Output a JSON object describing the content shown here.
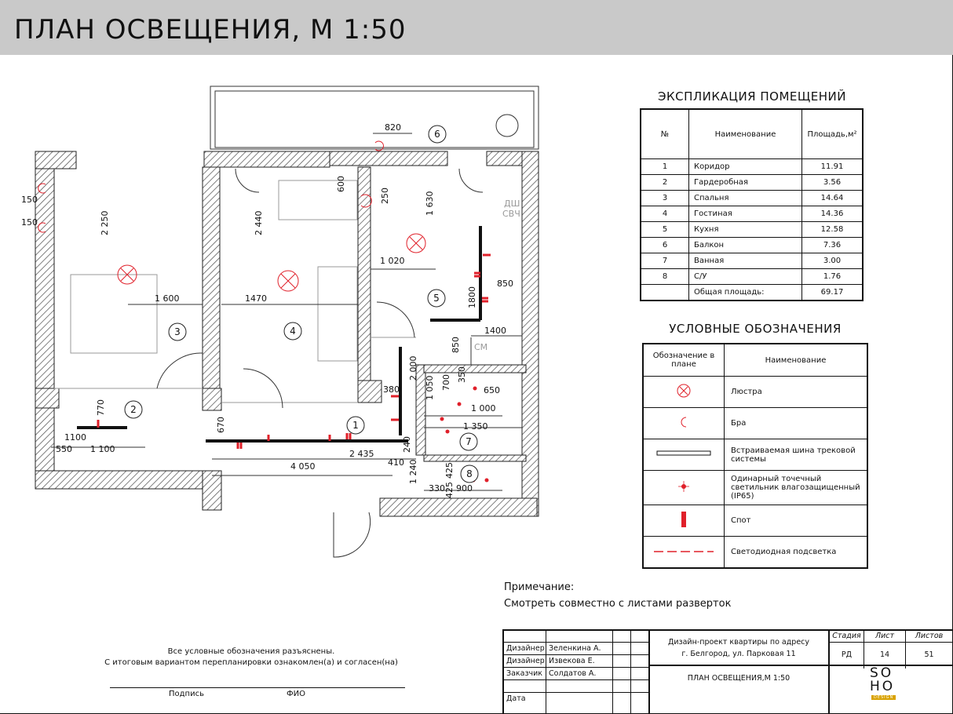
{
  "header": {
    "title": "ПЛАН ОСВЕЩЕНИЯ, М 1:50"
  },
  "plan": {
    "rooms": [
      {
        "num": "1"
      },
      {
        "num": "2"
      },
      {
        "num": "3"
      },
      {
        "num": "4"
      },
      {
        "num": "5"
      },
      {
        "num": "6"
      },
      {
        "num": "7"
      },
      {
        "num": "8"
      }
    ],
    "dims": {
      "d820": "820",
      "d150a": "150",
      "d150b": "150",
      "d2250": "2 250",
      "d600": "600",
      "d250": "250",
      "d2440": "2 440",
      "d1630": "1 630",
      "d1020": "1 020",
      "d850a": "850",
      "d1800": "1800",
      "d1600": "1 600",
      "d1470": "1470",
      "d1400": "1400",
      "d850b": "850",
      "d2000": "2 000",
      "d380": "380",
      "d1050": "1 050",
      "d700": "700",
      "d350": "350",
      "d650": "650",
      "d1000": "1 000",
      "d770": "770",
      "d670": "670",
      "d1350": "1 350",
      "d1100a": "1100",
      "d550": "550",
      "d1100b": "1 100",
      "d240": "240",
      "d2435": "2 435",
      "d410": "410",
      "d4050": "4 050",
      "d1240": "1 240",
      "d425a": "425",
      "d425b": "425",
      "d330": "330",
      "d900": "900"
    },
    "appliances": {
      "dw": "ДШ",
      "mw": "СВЧ",
      "wm": "СМ"
    }
  },
  "explication": {
    "title": "ЭКСПЛИКАЦИЯ ПОМЕЩЕНИЙ",
    "headers": [
      "№",
      "Наименование",
      "Площадь,м²"
    ],
    "rows": [
      [
        "1",
        "Коридор",
        "11.91"
      ],
      [
        "2",
        "Гардеробная",
        "3.56"
      ],
      [
        "3",
        "Спальня",
        "14.64"
      ],
      [
        "4",
        "Гостиная",
        "14.36"
      ],
      [
        "5",
        "Кухня",
        "12.58"
      ],
      [
        "6",
        "Балкон",
        "7.36"
      ],
      [
        "7",
        "Ванная",
        "3.00"
      ],
      [
        "8",
        "С/У",
        "1.76"
      ]
    ],
    "total_label": "Общая площадь:",
    "total_value": "69.17"
  },
  "legend": {
    "title": "УСЛОВНЫЕ ОБОЗНАЧЕНИЯ",
    "headers": [
      "Обозначение в плане",
      "Наименование"
    ],
    "rows": [
      {
        "icon": "chandelier-icon",
        "name": "Люстра"
      },
      {
        "icon": "sconce-icon",
        "name": "Бра"
      },
      {
        "icon": "track-rail-icon",
        "name": "Встраиваемая шина трековой системы"
      },
      {
        "icon": "spot-waterproof-icon",
        "name": "Одинарный точечный светильник влагозащищенный (IP65)"
      },
      {
        "icon": "spot-icon",
        "name": "Спот"
      },
      {
        "icon": "led-strip-icon",
        "name": "Светодиодная подсветка"
      }
    ]
  },
  "colors": {
    "accent": "#e0202a",
    "wall": "#8a8a8a",
    "header_bg": "#c9c9c9"
  },
  "note": {
    "title": "Примечание:",
    "text": "Смотреть совместно с листами разверток"
  },
  "signature": {
    "line1": "Все условные обозначения разъяснены.",
    "line2": "С итоговым вариантом перепланировки ознакомлен(а) и согласен(на)",
    "sign_label": "Подпись",
    "name_label": "ФИО"
  },
  "stamp": {
    "rows": [
      {
        "role": "Дизайнер",
        "name": "Зеленкина А."
      },
      {
        "role": "Дизайнер",
        "name": "Извекова Е."
      },
      {
        "role": "Заказчик",
        "name": "Солдатов А."
      },
      {
        "role": "Дата",
        "name": ""
      }
    ],
    "project_line1": "Дизайн-проект квартиры по адресу",
    "project_line2": "г. Белгород, ул. Парковая 11",
    "sheet_title": "ПЛАН ОСВЕЩЕНИЯ,М 1:50",
    "stage_label": "Стадия",
    "stage_value": "РД",
    "sheet_label": "Лист",
    "sheet_value": "14",
    "sheets_label": "Листов",
    "sheets_value": "51",
    "logo_text_1": "SO",
    "logo_text_2": "HO",
    "logo_sub": "DESIGN"
  }
}
